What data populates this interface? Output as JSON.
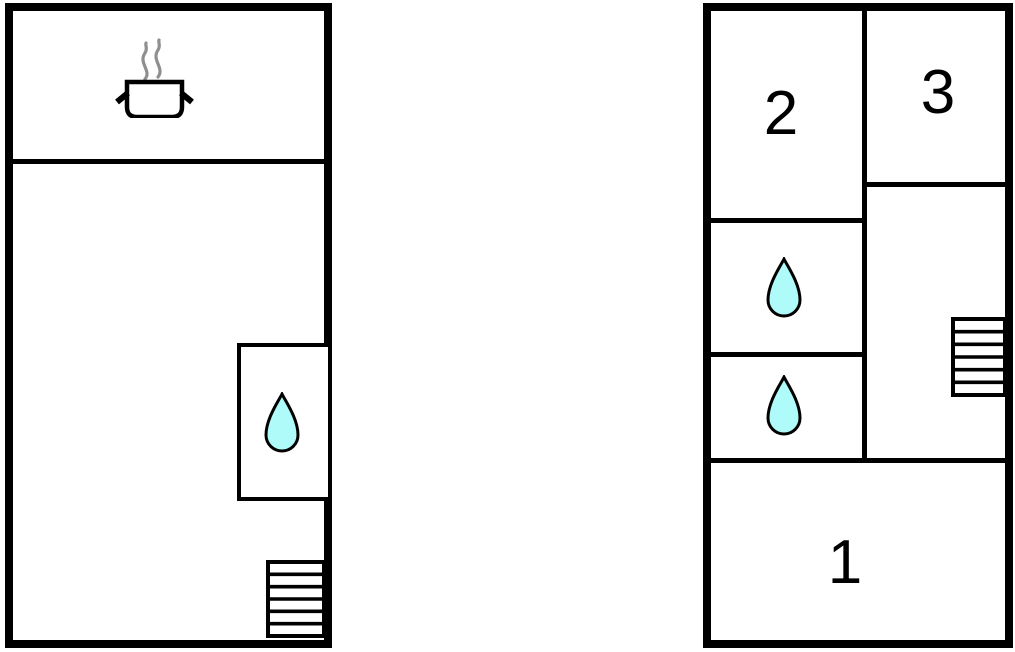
{
  "colors": {
    "wall": "#000000",
    "room_fill": "#ffffff",
    "drop_fill": "#aefbf9",
    "drop_stroke": "#000000",
    "steam": "#8f8f8f"
  },
  "floorplans": {
    "left": {
      "id": "floor-plan-left",
      "icons": [
        {
          "name": "cooking-pot-icon"
        },
        {
          "name": "water-drop-icon"
        },
        {
          "name": "stairs-icon"
        }
      ]
    },
    "right": {
      "id": "floor-plan-right",
      "rooms": [
        {
          "label": "2"
        },
        {
          "label": "3"
        },
        {
          "label": "1"
        }
      ],
      "icons": [
        {
          "name": "water-drop-icon"
        },
        {
          "name": "water-drop-icon"
        },
        {
          "name": "stairs-icon"
        }
      ]
    }
  }
}
